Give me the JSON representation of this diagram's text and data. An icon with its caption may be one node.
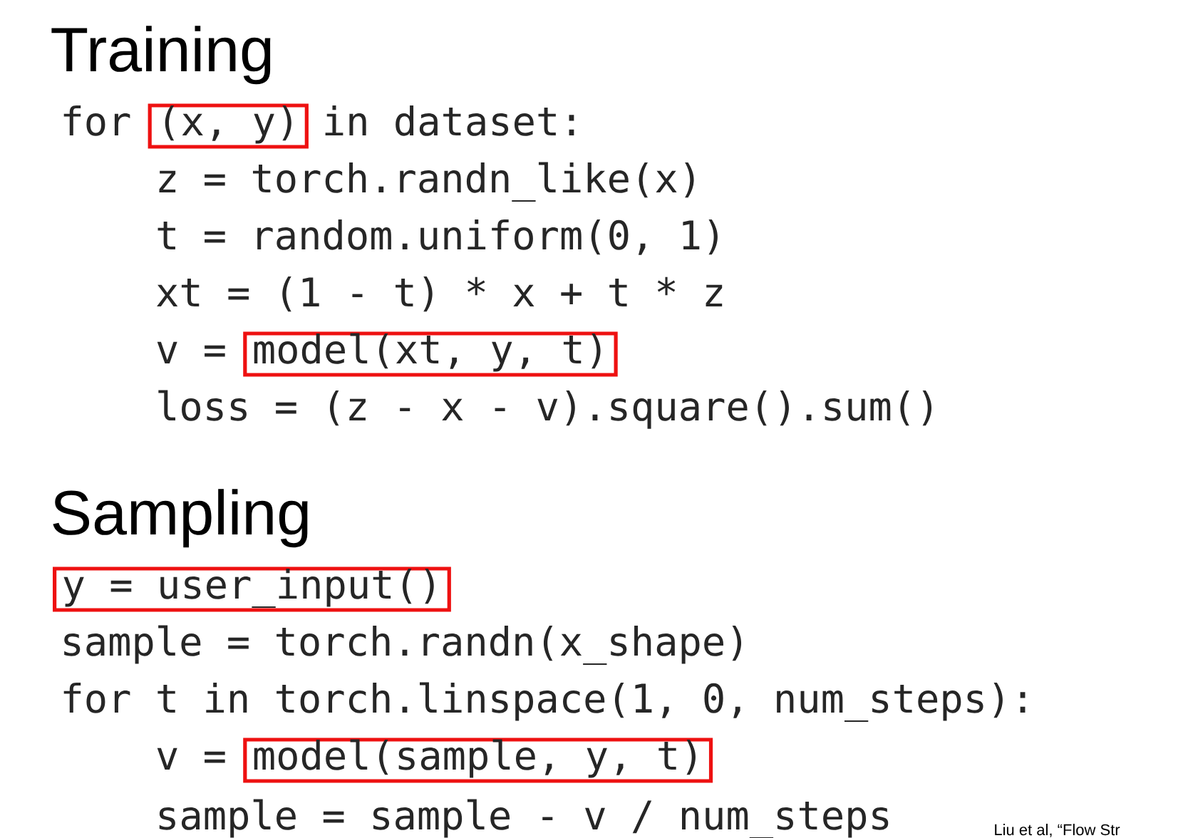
{
  "diagram": {
    "nodes": [
      {
        "text": [
          "(x, y)"
        ]
      },
      {
        "text": [
          "model(xt, y, t)"
        ]
      },
      {
        "text": [
          "y = user_input()"
        ]
      },
      {
        "text": [
          "model(sample, y, t)"
        ]
      }
    ],
    "labels": [
      "Training",
      "for",
      "in dataset:",
      "z = torch.randn_like(x)",
      "t = random.uniform(0, 1)",
      "xt = (1 - t) * x + t * z",
      "v =",
      "loss = (z - x - v).square().sum()",
      "Sampling",
      "sample = torch.randn(x_shape)",
      "for t in torch.linspace(1, 0, num_steps):",
      "v =",
      "sample = sample - v / num_steps",
      "Liu et al, “Flow Str"
    ]
  }
}
